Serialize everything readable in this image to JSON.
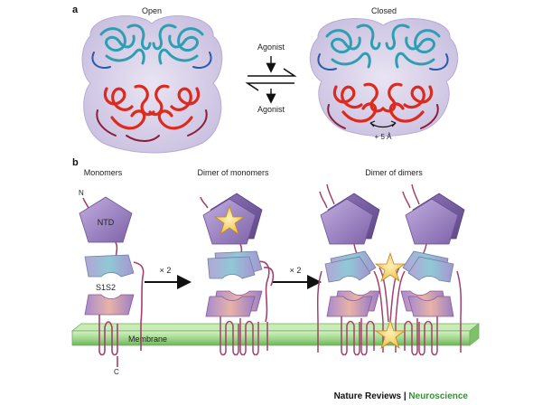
{
  "panel_a": {
    "letter": "a",
    "open_label": "Open",
    "closed_label": "Closed",
    "agonist_top": "Agonist",
    "agonist_bottom": "Agonist",
    "shift_label": "+ 5 Å"
  },
  "panel_b": {
    "letter": "b",
    "monomers_label": "Monomers",
    "dimer_monomers_label": "Dimer of monomers",
    "dimer_dimers_label": "Dimer of dimers",
    "n_term": "N",
    "c_term": "C",
    "ntd_label": "NTD",
    "s1s2_label": "S1S2",
    "times2_first": "× 2",
    "times2_second": "× 2",
    "membrane_label": "Membrane"
  },
  "credit": {
    "journal": "Nature Reviews",
    "separator": " | ",
    "field": "Neuroscience"
  },
  "colors": {
    "ntd_purple": "#9d83c4",
    "membrane_green": "#a9dc93",
    "star_yellow": "#f5d36a",
    "protein_red": "#dd2a1e",
    "protein_cyan": "#2e9fb0",
    "loop_magenta": "#a3416e",
    "credit_green": "#3a8c3a"
  }
}
